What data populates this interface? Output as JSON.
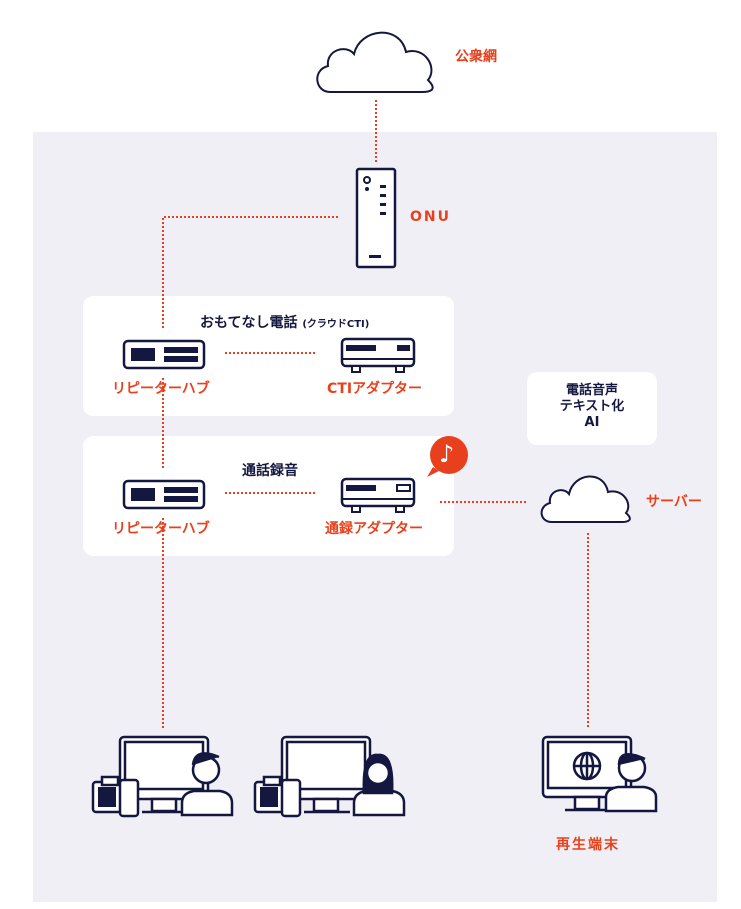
{
  "colors": {
    "navy": "#14173f",
    "accent": "#e8401c",
    "panel": "#efeff5"
  },
  "cloud_public": {
    "label": "公衆網",
    "icon": "cloud-icon"
  },
  "onu": {
    "label": "ONU",
    "icon": "onu-router-icon"
  },
  "group_cti": {
    "title": "おもてなし電話",
    "subtitle": "(クラウドCTI)",
    "hub_label": "リピーターハブ",
    "adapter_label": "CTIアダプター"
  },
  "group_record": {
    "title": "通話録音",
    "hub_label": "リピーターハブ",
    "adapter_label": "通録アダプター",
    "badge_icon": "music-note-icon",
    "badge_glyph": "♪"
  },
  "ai_box": {
    "line1": "電話音声",
    "line2": "テキスト化",
    "line3": "AI"
  },
  "server": {
    "label": "サーバー",
    "icon": "cloud-icon"
  },
  "terminals": [
    {
      "icon": "operator-male-workstation-icon"
    },
    {
      "icon": "operator-female-workstation-icon"
    }
  ],
  "playback": {
    "label": "再生端末",
    "icon": "playback-terminal-icon"
  }
}
